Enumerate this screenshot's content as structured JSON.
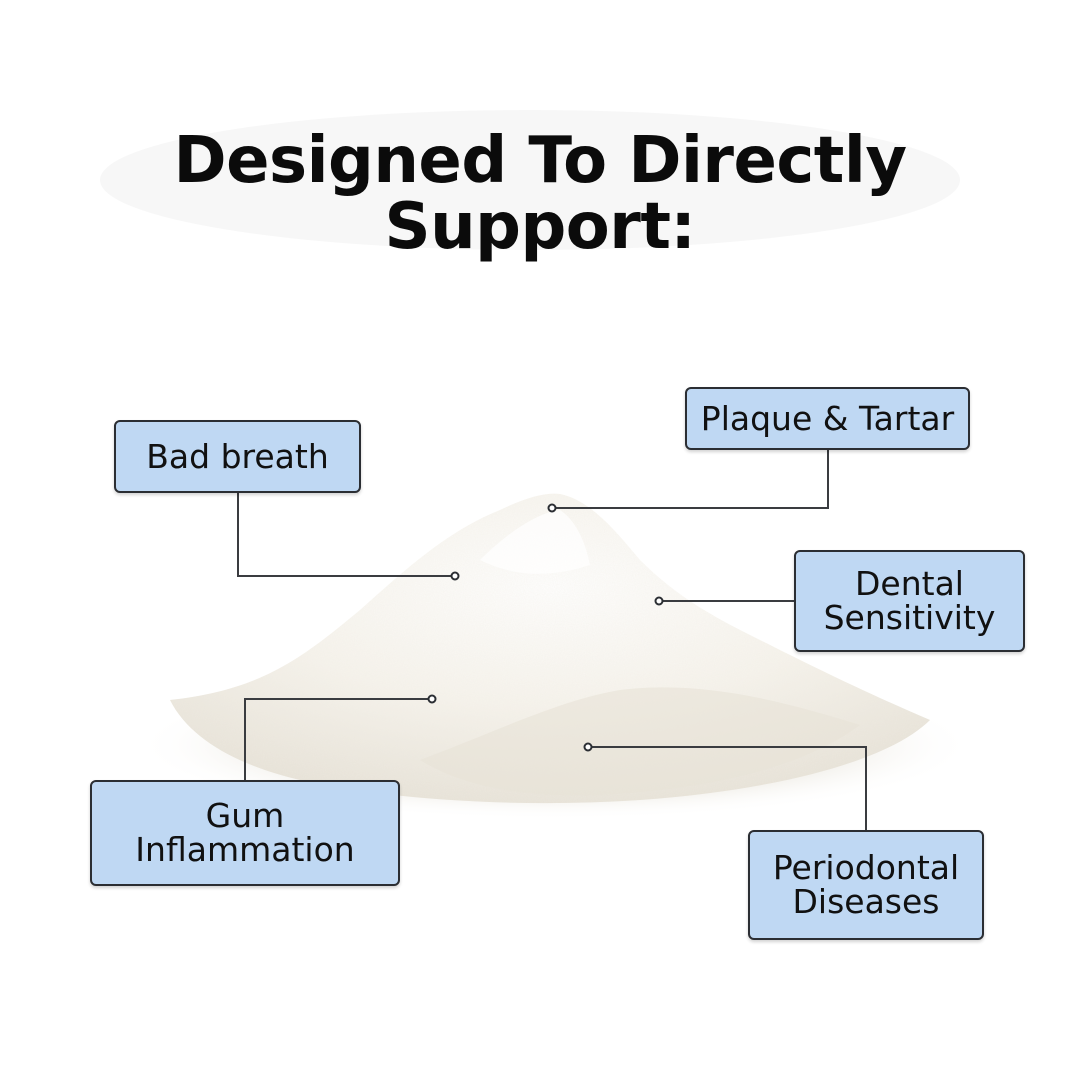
{
  "heading": {
    "line1": "Designed To Directly",
    "line2": "Support:"
  },
  "callouts": {
    "bad_breath": {
      "lines": [
        "Bad breath"
      ]
    },
    "plaque_tartar": {
      "lines": [
        "Plaque & Tartar"
      ]
    },
    "dental_sensitivity": {
      "lines": [
        "Dental",
        "Sensitivity"
      ]
    },
    "gum_inflammation": {
      "lines": [
        "Gum",
        "Inflammation"
      ]
    },
    "periodontal_diseases": {
      "lines": [
        "Periodontal",
        "Diseases"
      ]
    }
  },
  "colors": {
    "callout_fill": "#bfd8f3",
    "callout_border": "#2b2e33",
    "leader_line": "#3a3c40",
    "title_text": "#0b0b0b",
    "powder": "#f4f1ea"
  }
}
